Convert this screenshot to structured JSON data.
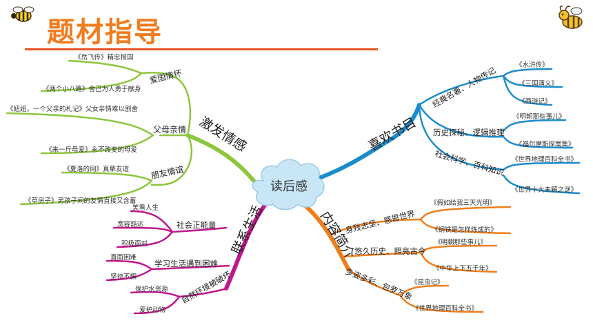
{
  "header": {
    "title": "题材指导",
    "title_color": "#f07c1e",
    "rule_color": "#e8531f"
  },
  "icons": {
    "left": "bee-icon",
    "right": "cartoon-bee-icon"
  },
  "center": {
    "label": "读后感",
    "color": "#c9e6f7"
  },
  "branches": {
    "emotion": {
      "label": "激发情感",
      "color": "#8cc63e",
      "groups": [
        {
          "label": "爱国情怀",
          "items": [
            "《岳飞传》精忠报国",
            "《两个小八路》舍己为人勇于献身"
          ]
        },
        {
          "label": "父母亲情",
          "items": [
            "《妞妞，一个父亲的札记》父女亲情难以割舍",
            "《来一斤母爱》永不改变的母爱"
          ]
        },
        {
          "label": "朋友情谊",
          "items": [
            "《夏洛的网》真挚友谊",
            "《草房子》男孩子间的友情直接又含蓄"
          ]
        }
      ]
    },
    "books": {
      "label": "喜欢书目",
      "color": "#1a8ccd",
      "groups": [
        {
          "label": "经典名著、人物传记",
          "items": [
            "《水浒传》",
            "《三国演义》",
            "《西游记》"
          ]
        },
        {
          "label": "历史探秘、逻辑推理",
          "items": [
            "《明朝那些事儿》",
            "《福尔摩斯探案集》"
          ]
        },
        {
          "label": "社会科学、百科知识",
          "items": [
            "《世界地理百科全书》",
            "《世界十大未解之谜》"
          ]
        }
      ]
    },
    "life": {
      "label": "联系生活",
      "color": "#c0168c",
      "groups": [
        {
          "label": "社会正能量",
          "items": [
            "笑看人生",
            "宽容豁达",
            "积极面对"
          ]
        },
        {
          "label": "学习生活遇到困难",
          "items": [
            "直面困难",
            "坚持不懈"
          ]
        },
        {
          "label": "自然环境被破坏",
          "items": [
            "保护水资源",
            "爱护动物"
          ]
        }
      ]
    },
    "content": {
      "label": "内容简介",
      "color": "#ef7d1a",
      "groups": [
        {
          "label": "身残志坚、感恩世界",
          "items": [
            "《假如给我三天光明》",
            "《钢铁是怎样炼成的》"
          ]
        },
        {
          "label": "悠久历史、照亮古今",
          "items": [
            "《明朝那些事儿》",
            "《中华上下五千年》"
          ]
        },
        {
          "label": "多姿多彩、包罗万象",
          "items": [
            "《昆虫记》",
            "《世界地理百科全书》"
          ]
        }
      ]
    }
  }
}
